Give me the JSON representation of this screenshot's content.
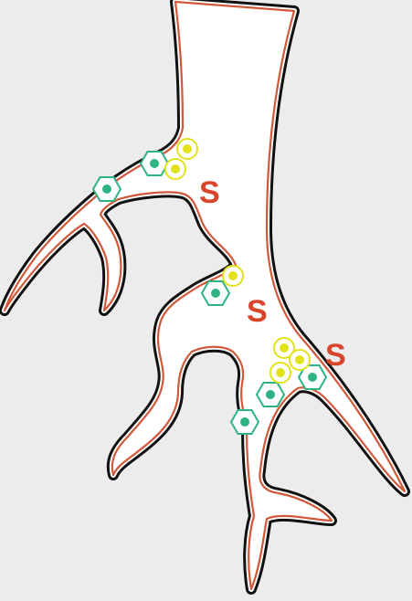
{
  "diagram": {
    "background": "#ececec",
    "outline_color": "#111111",
    "lining_color": "#d2583a",
    "lumen_color": "#ffffff",
    "label_color": "#d9452b",
    "labels": [
      "S",
      "S",
      "S"
    ],
    "cells": [
      {
        "kind": "green-hexagon-cell",
        "fill": "#2fb383",
        "ring": "#2fb383"
      },
      {
        "kind": "yellow-round-cell",
        "fill": "#e2e21a",
        "ring": "#e2e21a"
      }
    ]
  }
}
